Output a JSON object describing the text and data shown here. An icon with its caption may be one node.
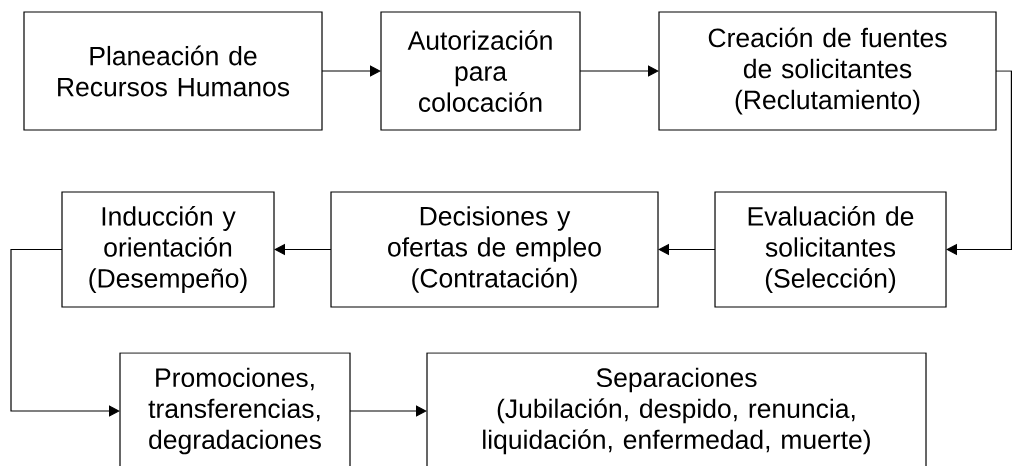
{
  "diagram": {
    "nodes": [
      {
        "text": [
          "Planeación de Recursos Humanos"
        ]
      },
      {
        "text": [
          "Autorización para colocación"
        ]
      },
      {
        "text": [
          "Creación de fuentes de solicitantes",
          "(Reclutamiento)"
        ]
      },
      {
        "text": [
          "Inducción y orientación",
          "(Desempeño)"
        ]
      },
      {
        "text": [
          "Decisiones y ofertas de empleo",
          "(Contratación)"
        ]
      },
      {
        "text": [
          "Evaluación de solicitantes",
          "(Selección)"
        ]
      },
      {
        "text": [
          "Promociones, transferencias, degradaciones"
        ]
      },
      {
        "text": [
          "Separaciones",
          "(Jubilación, despido, renuncia, liquidación, enfermedad, muerte)"
        ]
      }
    ],
    "edges": [
      {
        "from": 0,
        "to": 1,
        "arrow": "to"
      },
      {
        "from": 1,
        "to": 2,
        "arrow": "to"
      },
      {
        "from": 2,
        "to": 5,
        "arrow": "to"
      },
      {
        "from": 5,
        "to": 4,
        "arrow": "to"
      },
      {
        "from": 4,
        "to": 3,
        "arrow": "to"
      },
      {
        "from": 3,
        "to": 6,
        "arrow": "to"
      },
      {
        "from": 6,
        "to": 7,
        "arrow": "to"
      }
    ]
  }
}
